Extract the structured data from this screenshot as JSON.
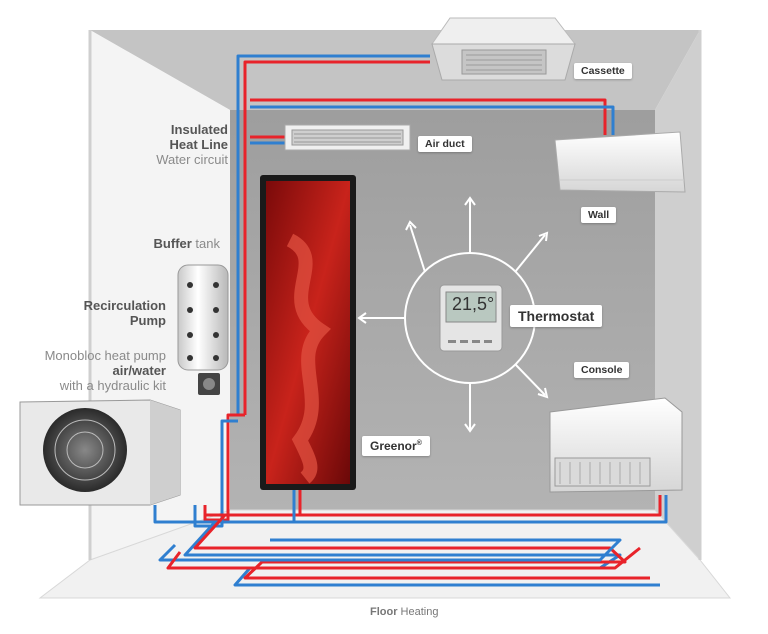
{
  "labels": {
    "cassette": "Cassette",
    "air_duct": "Air duct",
    "wall": "Wall",
    "console": "Console",
    "thermostat": "Thermostat",
    "thermostat_display": "21,5°",
    "greenor": "Greenor",
    "greenor_mark": "®",
    "insulated_line1": "Insulated",
    "insulated_line2": "Heat Line",
    "insulated_line3": "Water circuit",
    "buffer_bold": "Buffer",
    "buffer_rest": " tank",
    "recirc_line1": "Recirculation",
    "recirc_line2": "Pump",
    "monobloc_line1": "Monobloc heat pump",
    "monobloc_line2": "air/water",
    "monobloc_line3": "with a hydraulic kit",
    "floor_bold": "Floor",
    "floor_rest": " Heating"
  },
  "colors": {
    "hot_pipe": "#e8232a",
    "cold_pipe": "#2f7fd0",
    "wall_grey": "#a5a5a5",
    "panel_red": "#b01414"
  }
}
